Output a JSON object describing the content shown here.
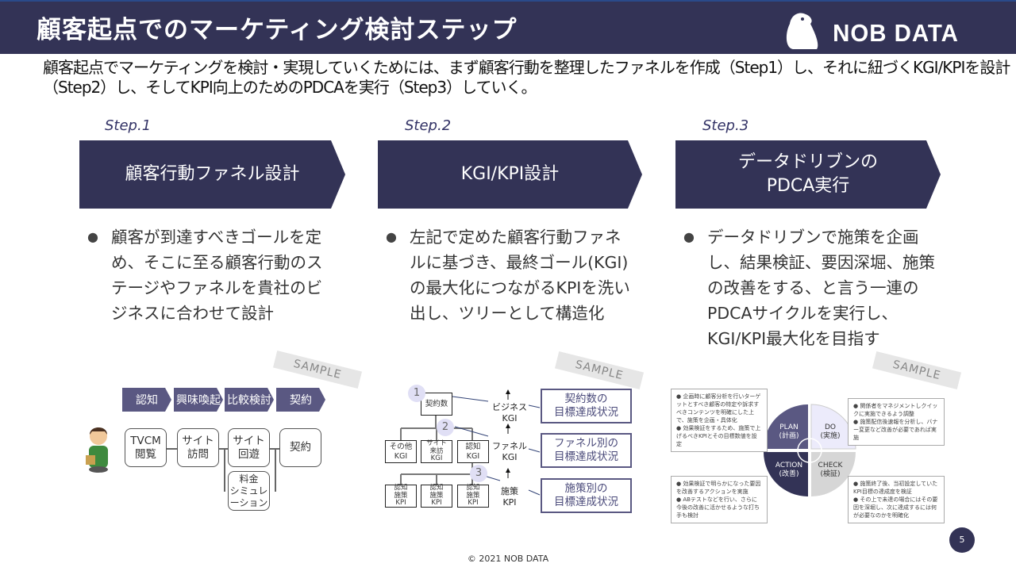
{
  "header": {
    "title": "顧客起点でのマーケティング検討ステップ",
    "logo": "NOB DATA"
  },
  "intro": "顧客起点でマーケティングを検討・実現していくためには、まず顧客行動を整理したファネルを作成（Step1）し、それに紐づくKGI/KPIを設計（Step2）し、そしてKPI向上のためのPDCAを実行（Step3）していく。",
  "steps": [
    {
      "label": "Step.1",
      "title": "顧客行動ファネル設計",
      "bullet": "顧客が到達すべきゴールを定め、そこに至る顧客行動のステージやファネルを貴社のビジネスに合わせて設計"
    },
    {
      "label": "Step.2",
      "title": "KGI/KPI設計",
      "bullet": "左記で定めた顧客行動ファネルに基づき、最終ゴール(KGI)の最大化につながるKPIを洗い出し、ツリーとして構造化"
    },
    {
      "label": "Step.3",
      "title_l1": "データドリブンの",
      "title_l2": "PDCA実行",
      "bullet": "データドリブンで施策を企画し、結果検証、要因深堀、施策の改善をする、と言う一連のPDCAサイクルを実行し、KGI/KPI最大化を目指す"
    }
  ],
  "sample": "SAMPLE",
  "funnel": {
    "stages": [
      "認知",
      "興味喚起",
      "比較検討",
      "契約"
    ],
    "boxes": [
      [
        "TVCM",
        "閲覧"
      ],
      [
        "サイト",
        "訪問"
      ],
      [
        "サイト",
        "回遊"
      ],
      [
        "契約"
      ],
      [
        "料金",
        "シミュレ",
        "ーション"
      ]
    ]
  },
  "tree": {
    "top": "契約数",
    "mid": [
      [
        "その他",
        "KGI"
      ],
      [
        "サイト",
        "来訪",
        "KGI"
      ],
      [
        "認知",
        "KGI"
      ]
    ],
    "leaf": [
      [
        "認知",
        "施策",
        "KPI"
      ],
      [
        "認知",
        "施策",
        "KPI"
      ],
      [
        "認知",
        "施策",
        "KPI"
      ]
    ],
    "nums": [
      "1",
      "2",
      "3"
    ],
    "levels": [
      [
        "ビジネス",
        "KGI"
      ],
      [
        "ファネル",
        "KGI"
      ],
      [
        "施策",
        "KPI"
      ]
    ],
    "status": [
      [
        "契約数の",
        "目標達成状況"
      ],
      [
        "ファネル別の",
        "目標達成状況"
      ],
      [
        "施策別の",
        "目標達成状況"
      ]
    ]
  },
  "pdca": {
    "quads": [
      [
        "PLAN",
        "(計画)"
      ],
      [
        "DO",
        "(実施)"
      ],
      [
        "ACTION",
        "(改善)"
      ],
      [
        "CHECK",
        "(検証)"
      ]
    ],
    "notes": {
      "plan": [
        "企画時に顧客分析を行いターゲットとすべき顧客の特定や訴求すべきコンテンツを明確にした上で、施策を企画・具体化",
        "効果検証をするため、施策で上げるべきKPIとその目標数値を設定"
      ],
      "do": [
        "関係者をマネジメントしクイックに実施できるよう調整",
        "施策配信後速報を分析し、バナー変更など改善が必要であれば実施"
      ],
      "action": [
        "効果検証で明らかになった要因を改善するアクションを実施",
        "ABテストなどを行い、さらに今後の改善に活かせるような打ち手も検討"
      ],
      "check": [
        "施策終了後、当初設定していたKPI目標の達成度を検証",
        "その上で未達の場合にはその要因を深堀し、次に達成するには何が必要なのかを明確化"
      ]
    },
    "colors": {
      "plan": "#5a5882",
      "do": "#ecebfb",
      "action": "#333356",
      "check": "#d6d6d6"
    }
  },
  "page_number": "5",
  "footer": "© 2021 NOB DATA"
}
